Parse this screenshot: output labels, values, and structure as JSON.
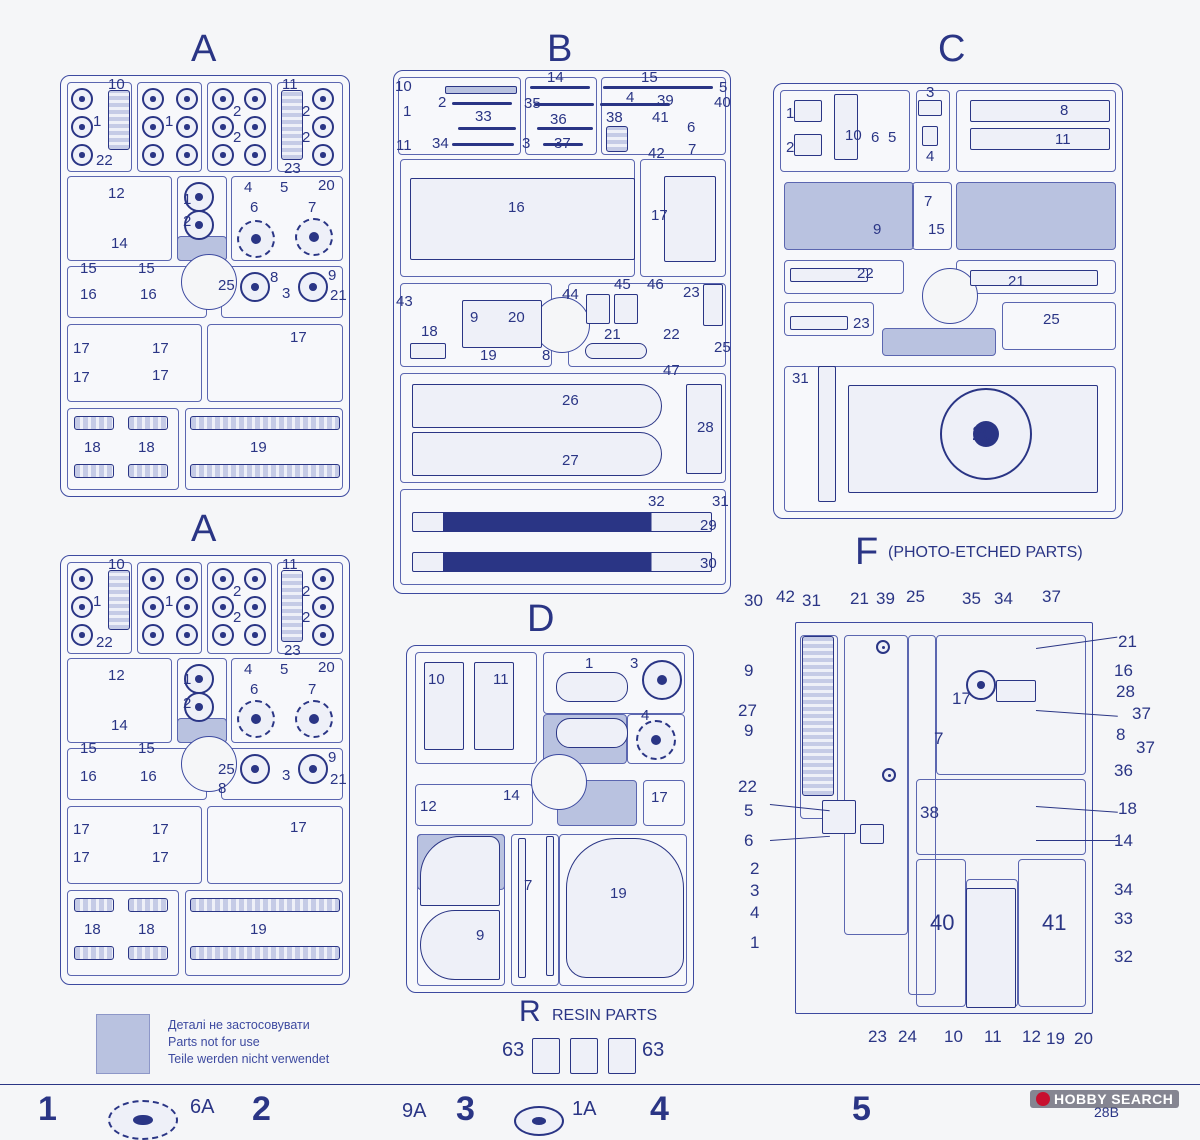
{
  "sprues": {
    "A_top": {
      "letter": "A"
    },
    "A_bottom": {
      "letter": "A"
    },
    "B": {
      "letter": "B"
    },
    "C": {
      "letter": "C"
    },
    "D": {
      "letter": "D"
    },
    "F": {
      "letter": "F",
      "caption": "(PHOTO-ETCHED PARTS)"
    },
    "R": {
      "letter": "R",
      "caption": "RESIN PARTS"
    }
  },
  "a_labels": [
    "10",
    "1",
    "22",
    "1",
    "2",
    "2",
    "11",
    "2",
    "2",
    "23",
    "12",
    "14",
    "1",
    "2",
    "4",
    "5",
    "20",
    "6",
    "7",
    "15",
    "15",
    "16",
    "16",
    "25",
    "8",
    "9",
    "21",
    "3",
    "17",
    "17",
    "17",
    "17",
    "17",
    "18",
    "18",
    "19"
  ],
  "b_labels": [
    "10",
    "2",
    "33",
    "1",
    "11",
    "34",
    "14",
    "35",
    "36",
    "3",
    "37",
    "15",
    "5",
    "4",
    "39",
    "40",
    "38",
    "41",
    "6",
    "42",
    "7",
    "16",
    "17",
    "43",
    "18",
    "9",
    "20",
    "19",
    "8",
    "44",
    "45",
    "46",
    "23",
    "21",
    "22",
    "25",
    "47",
    "26",
    "27",
    "28",
    "32",
    "31",
    "29",
    "30"
  ],
  "c_labels": [
    "1",
    "2",
    "10",
    "6",
    "5",
    "3",
    "4",
    "8",
    "11",
    "7",
    "9",
    "15",
    "22",
    "21",
    "23",
    "25",
    "31",
    "20"
  ],
  "d_labels": [
    "10",
    "11",
    "1",
    "3",
    "4",
    "12",
    "14",
    "17",
    "7",
    "9",
    "19"
  ],
  "f_labels": [
    "30",
    "42",
    "31",
    "21",
    "39",
    "25",
    "35",
    "34",
    "37",
    "9",
    "27",
    "9",
    "22",
    "5",
    "6",
    "2",
    "3",
    "4",
    "1",
    "23",
    "24",
    "21",
    "16",
    "17",
    "28",
    "37",
    "7",
    "8",
    "37",
    "36",
    "38",
    "18",
    "14",
    "34",
    "33",
    "40",
    "41",
    "32",
    "10",
    "11",
    "12",
    "19",
    "20"
  ],
  "r_labels": [
    "63",
    "63"
  ],
  "legend": {
    "uk": "Деталі не застосовувати",
    "en": "Parts not for use",
    "de": "Teile werden nicht verwendet"
  },
  "footer": {
    "steps": [
      "1",
      "2",
      "3",
      "4",
      "5"
    ],
    "refs": [
      "6A",
      "9A",
      "1A",
      "28B"
    ],
    "logo_text": "HOBBY SEARCH"
  },
  "colors": {
    "line": "#2a3585",
    "unused_fill": "#b9c2e0",
    "background": "#f5f6f8"
  }
}
